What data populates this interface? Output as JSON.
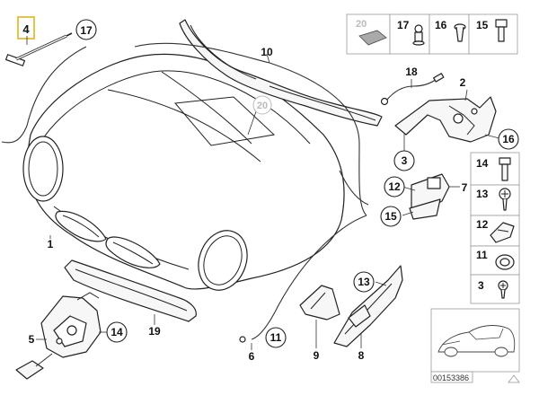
{
  "title": "",
  "callouts": {
    "c1": "1",
    "c2": "2",
    "c3": "3",
    "c4": "4",
    "c5": "5",
    "c6": "6",
    "c7": "7",
    "c8": "8",
    "c9": "9",
    "c10": "10",
    "c11": "11",
    "c12": "12",
    "c13": "13",
    "c14": "14",
    "c15": "15",
    "c16": "16",
    "c17": "17",
    "c18": "18",
    "c19": "19",
    "c20": "20"
  },
  "side_panel": {
    "p14": "14",
    "p13": "13",
    "p12": "12",
    "p11": "11",
    "p3": "3"
  },
  "top_panel": {
    "p20": "20",
    "p17": "17",
    "p16": "16",
    "p15": "15"
  },
  "top_hood_label": "20",
  "image_code": "00153386",
  "colors": {
    "highlight": "#e7c34a",
    "ink": "#222222",
    "panel_grey": "#dcdcdc"
  }
}
